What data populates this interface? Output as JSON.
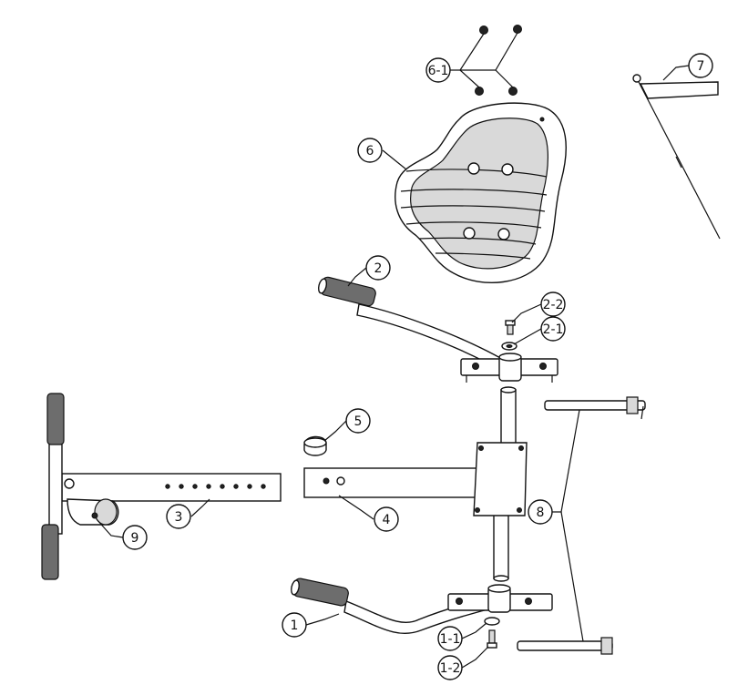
{
  "diagram": {
    "callouts": [
      {
        "id": "c7",
        "label": "7"
      },
      {
        "id": "c61",
        "label": "6-1"
      },
      {
        "id": "c6",
        "label": "6"
      },
      {
        "id": "c2",
        "label": "2"
      },
      {
        "id": "c22",
        "label": "2-2"
      },
      {
        "id": "c21",
        "label": "2-1"
      },
      {
        "id": "c5",
        "label": "5"
      },
      {
        "id": "c3",
        "label": "3"
      },
      {
        "id": "c4",
        "label": "4"
      },
      {
        "id": "c8",
        "label": "8"
      },
      {
        "id": "c9",
        "label": "9"
      },
      {
        "id": "c1",
        "label": "1"
      },
      {
        "id": "c11",
        "label": "1-1"
      },
      {
        "id": "c12",
        "label": "1-2"
      }
    ]
  }
}
